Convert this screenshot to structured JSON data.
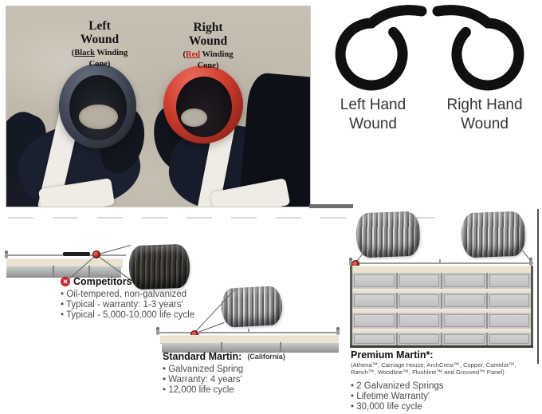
{
  "photo": {
    "left_label": {
      "title_line1": "Left",
      "title_line2": "Wound",
      "paren_open": "(",
      "cone_word": "Black",
      "cone_rest": " Winding",
      "cone_line2": "Cone)"
    },
    "right_label": {
      "title_line1": "Right",
      "title_line2": "Wound",
      "paren_open": "(",
      "cone_word": "Red",
      "cone_rest": " Winding",
      "cone_line2": "Cone)"
    }
  },
  "winding_icons": {
    "left": {
      "label_line1": "Left Hand",
      "label_line2": "Wound"
    },
    "right": {
      "label_line1": "Right Hand",
      "label_line2": "Wound"
    }
  },
  "sections": {
    "competitors": {
      "title": "Competitors",
      "x_icon": "✕",
      "bullets": [
        "• Oil-tempered, non-galvanized",
        "• Typical - warranty: 1-3 years'",
        "• Typical - 5,000-10,000 life cycle"
      ]
    },
    "standard": {
      "title": "Standard Martin:",
      "subtitle": "(California)",
      "bullets": [
        "• Galvanized Spring",
        "• Warranty: 4 years'",
        "• 12,000 life cycle"
      ]
    },
    "premium": {
      "title": "Premium Martin*:",
      "tagline_line1": "(Athena™, Carriage House, ArchCrest™, Copper, Camelot™,",
      "tagline_line2": "Ranch™, Woodline™, Flushline™ and Grooved™ Panel)",
      "bullets": [
        "• 2 Galvanized Springs",
        "• Lifetime Warranty'",
        "• 30,000 life cycle"
      ]
    }
  },
  "colors": {
    "accent_red": "#b3251b",
    "black_cone": "#3c4350",
    "red_cone": "#c1372b",
    "competitor_spring": "#33312c",
    "galvanized_spring": "#bdbdbd",
    "door_trim_cream": "#e9e3cf"
  }
}
